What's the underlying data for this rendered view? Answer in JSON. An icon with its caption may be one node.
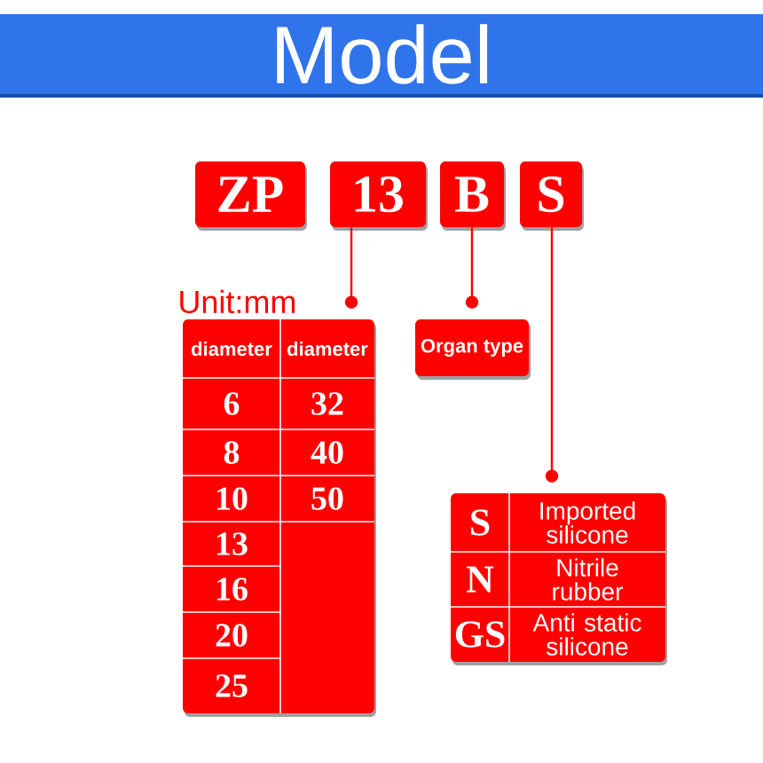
{
  "diagram": {
    "title": "Model",
    "nodes": [
      {
        "text": [
          "ZP"
        ]
      },
      {
        "text": [
          "13"
        ]
      },
      {
        "text": [
          "B"
        ]
      },
      {
        "text": [
          "S"
        ]
      },
      {
        "text": [
          "diameter",
          "diameter",
          "6",
          "32",
          "8",
          "40",
          "10",
          "50",
          "13",
          "16",
          "20",
          "25"
        ],
        "beside": [
          "Unit:mm"
        ]
      },
      {
        "text": [
          "Organ type"
        ]
      },
      {
        "text": [
          "S",
          "Imported silicone",
          "N",
          "Nitrile rubber",
          "GS",
          "Anti static silicone"
        ]
      }
    ],
    "edges": [
      {
        "from": 1,
        "to": 4,
        "arrow": "other"
      },
      {
        "from": 2,
        "to": 5,
        "arrow": "other"
      },
      {
        "from": 3,
        "to": 6,
        "arrow": "other"
      }
    ]
  }
}
